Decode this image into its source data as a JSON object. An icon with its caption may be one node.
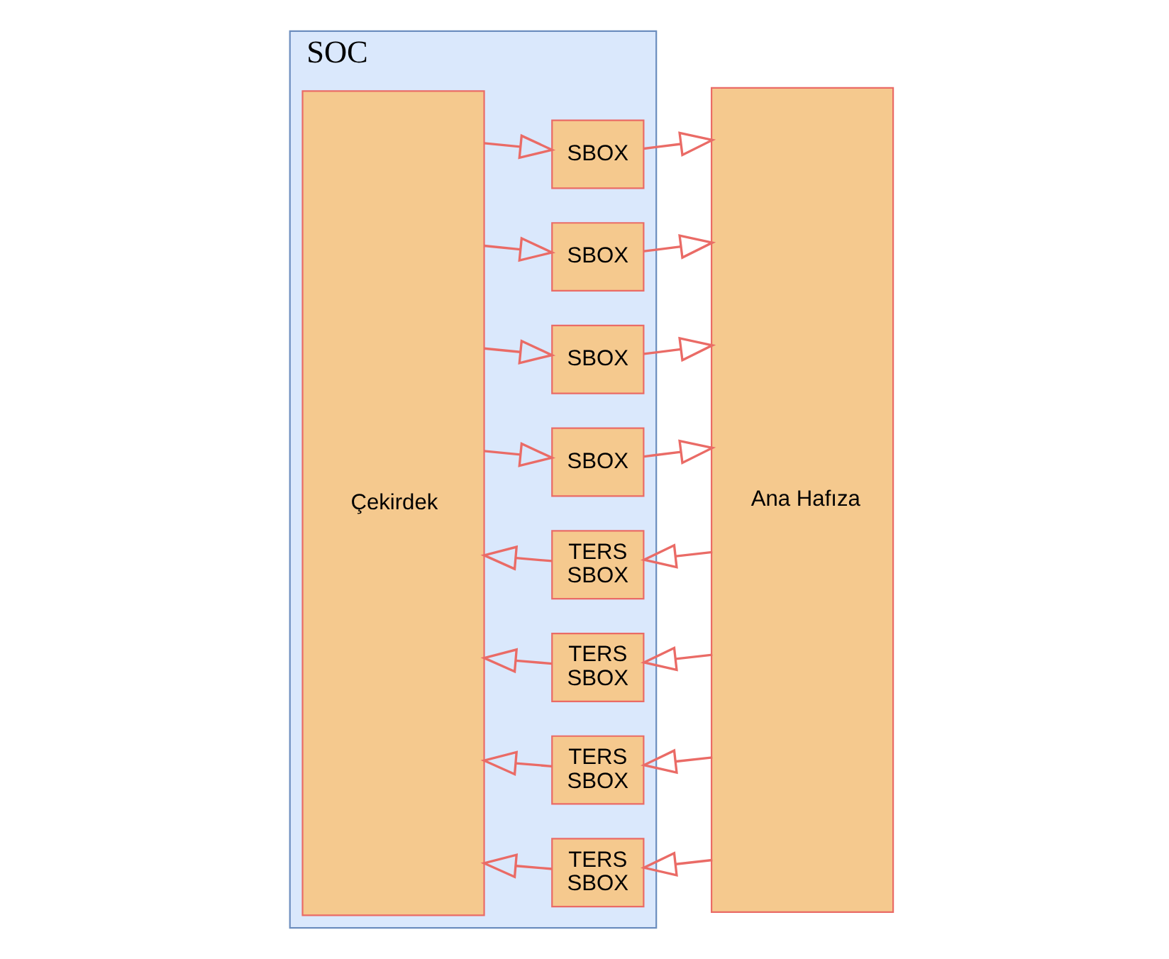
{
  "diagram": {
    "nodes": [
      {
        "text": [
          "SOC"
        ]
      },
      {
        "text": [
          "Çekirdek"
        ],
        "in": 0
      },
      {
        "text": [
          "SBOX"
        ],
        "in": 0
      },
      {
        "text": [
          "SBOX"
        ],
        "in": 0
      },
      {
        "text": [
          "SBOX"
        ],
        "in": 0
      },
      {
        "text": [
          "SBOX"
        ],
        "in": 0
      },
      {
        "text": [
          "TERS SBOX"
        ],
        "in": 0
      },
      {
        "text": [
          "TERS SBOX"
        ],
        "in": 0
      },
      {
        "text": [
          "TERS SBOX"
        ],
        "in": 0
      },
      {
        "text": [
          "TERS SBOX"
        ],
        "in": 0
      },
      {
        "text": [
          "Ana Hafıza"
        ]
      }
    ],
    "edges": [
      {
        "from": 1,
        "to": 2,
        "arrow": "to"
      },
      {
        "from": 2,
        "to": 10,
        "arrow": "to"
      },
      {
        "from": 1,
        "to": 3,
        "arrow": "to"
      },
      {
        "from": 3,
        "to": 10,
        "arrow": "to"
      },
      {
        "from": 1,
        "to": 4,
        "arrow": "to"
      },
      {
        "from": 4,
        "to": 10,
        "arrow": "to"
      },
      {
        "from": 1,
        "to": 5,
        "arrow": "to"
      },
      {
        "from": 5,
        "to": 10,
        "arrow": "to"
      },
      {
        "from": 10,
        "to": 6,
        "arrow": "to"
      },
      {
        "from": 6,
        "to": 1,
        "arrow": "to"
      },
      {
        "from": 10,
        "to": 7,
        "arrow": "to"
      },
      {
        "from": 7,
        "to": 1,
        "arrow": "to"
      },
      {
        "from": 10,
        "to": 8,
        "arrow": "to"
      },
      {
        "from": 8,
        "to": 1,
        "arrow": "to"
      },
      {
        "from": 10,
        "to": 9,
        "arrow": "to"
      },
      {
        "from": 9,
        "to": 1,
        "arrow": "to"
      }
    ]
  }
}
